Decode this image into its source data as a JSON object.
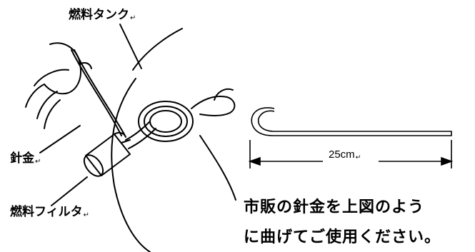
{
  "labels": {
    "fuel_tank": "燃料タンク",
    "needle_wire": "針金",
    "fuel_filter": "燃料フィルタ",
    "return_mark": "↵"
  },
  "diagram": {
    "length": "25cm"
  },
  "caption": {
    "line1": "市販の針金を上図のよう",
    "line2": "に曲げてご使用ください。"
  }
}
